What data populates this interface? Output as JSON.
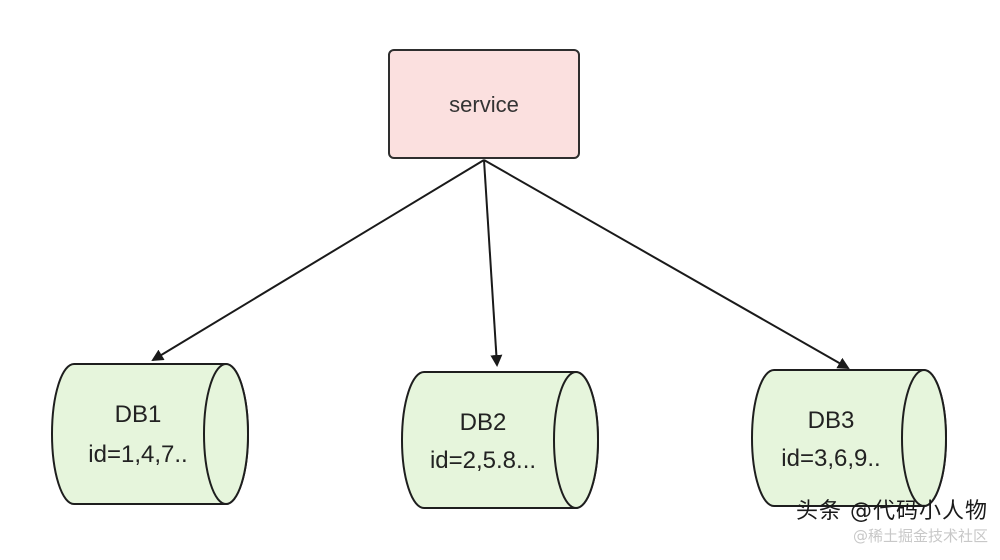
{
  "service": {
    "label": "service",
    "fill": "#fbe0df",
    "stroke": "#2e2e2e"
  },
  "databases": [
    {
      "name": "DB1",
      "ids": "id=1,4,7.."
    },
    {
      "name": "DB2",
      "ids": "id=2,5.8..."
    },
    {
      "name": "DB3",
      "ids": "id=3,6,9.."
    }
  ],
  "db_style": {
    "fill": "#e6f5dc",
    "stroke": "#1e1e1e"
  },
  "arrow_color": "#1a1a1a",
  "watermark": {
    "main": "头条 @代码小人物",
    "sub": "@稀土掘金技术社区"
  }
}
